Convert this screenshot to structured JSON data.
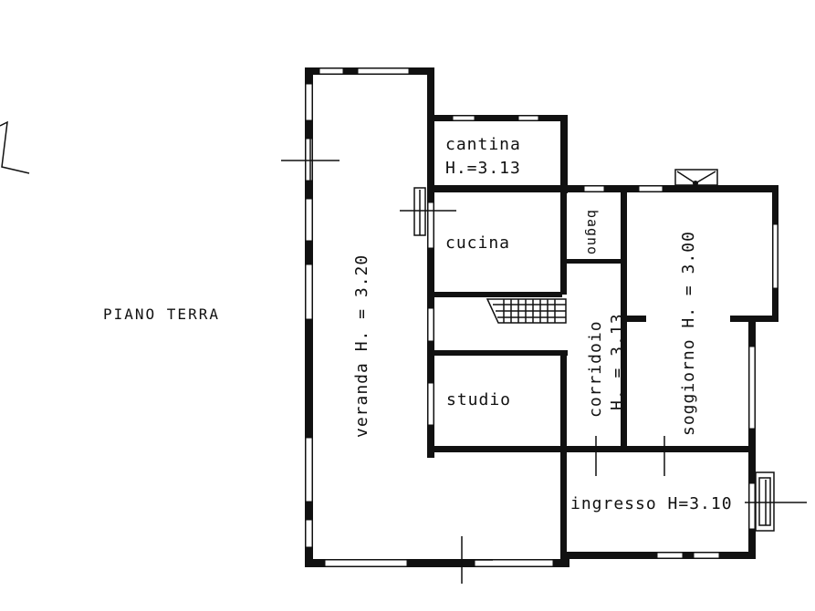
{
  "plan": {
    "title": "PIANO TERRA",
    "colors": {
      "ink": "#111111",
      "paper": "#ffffff"
    }
  },
  "rooms": {
    "cantina_name": "cantina",
    "cantina_height": "H.=3.13",
    "cucina": "cucina",
    "bagno": "bagno",
    "studio": "studio",
    "veranda": "veranda H. = 3.20",
    "corridoio_name": "corridoio",
    "corridoio_height": "H. = 3.13",
    "soggiorno": "soggiorno H. = 3.00",
    "ingresso": "ingresso H=3.10"
  }
}
